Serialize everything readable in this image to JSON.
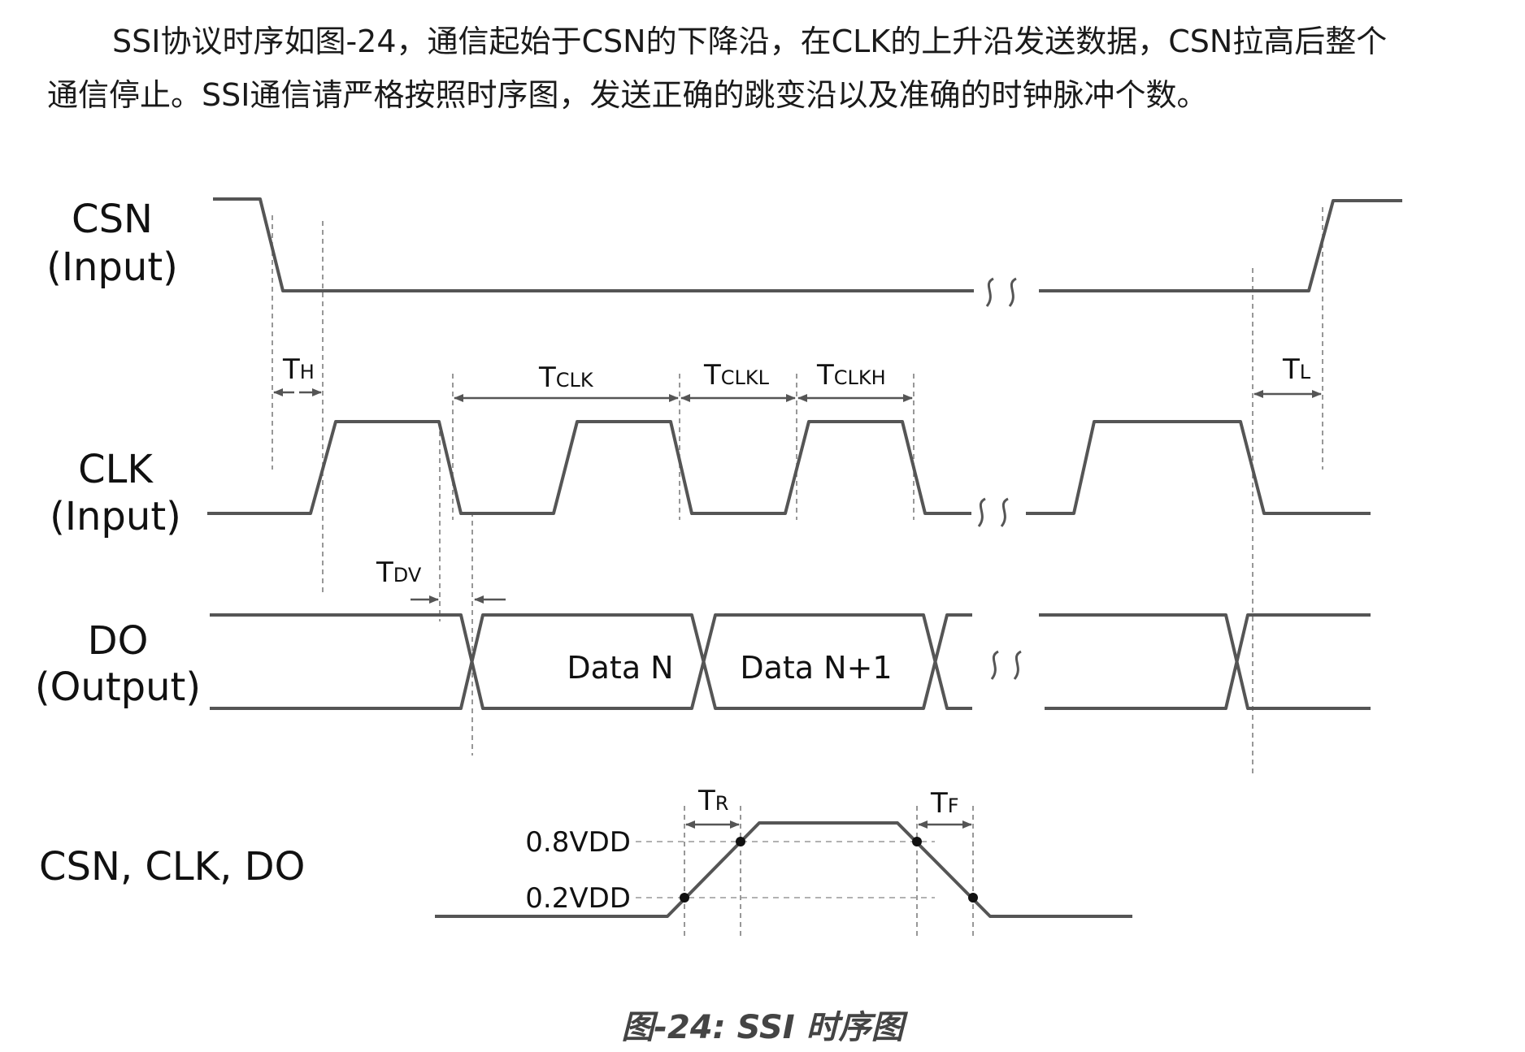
{
  "paragraph": {
    "line1": "SSI协议时序如图-24，通信起始于CSN的下降沿，在CLK的上升沿发送数据，CSN拉高后整个",
    "line2": "通信停止。SSI通信请严格按照时序图，发送正确的跳变沿以及准确的时钟脉冲个数。"
  },
  "signals": {
    "csn": {
      "name": "CSN",
      "dir": "(Input)"
    },
    "clk": {
      "name": "CLK",
      "dir": "(Input)"
    },
    "do": {
      "name": "DO",
      "dir": "(Output)"
    },
    "combined": "CSN, CLK, DO"
  },
  "timing": {
    "th": {
      "main": "T",
      "sub": "H"
    },
    "tclk": {
      "main": "T",
      "sub": "CLK"
    },
    "tclkl": {
      "main": "T",
      "sub": "CLKL"
    },
    "tclkh": {
      "main": "T",
      "sub": "CLKH"
    },
    "tl": {
      "main": "T",
      "sub": "L"
    },
    "tdv": {
      "main": "T",
      "sub": "DV"
    },
    "tr": {
      "main": "T",
      "sub": "R"
    },
    "tf": {
      "main": "T",
      "sub": "F"
    }
  },
  "data_labels": {
    "n": "Data N",
    "n1": "Data N+1"
  },
  "levels": {
    "high": "0.8VDD",
    "low": "0.2VDD"
  },
  "caption": "图-24: SSI 时序图",
  "colors": {
    "trace": "#555555",
    "guide": "#777777",
    "text": "#111111"
  }
}
